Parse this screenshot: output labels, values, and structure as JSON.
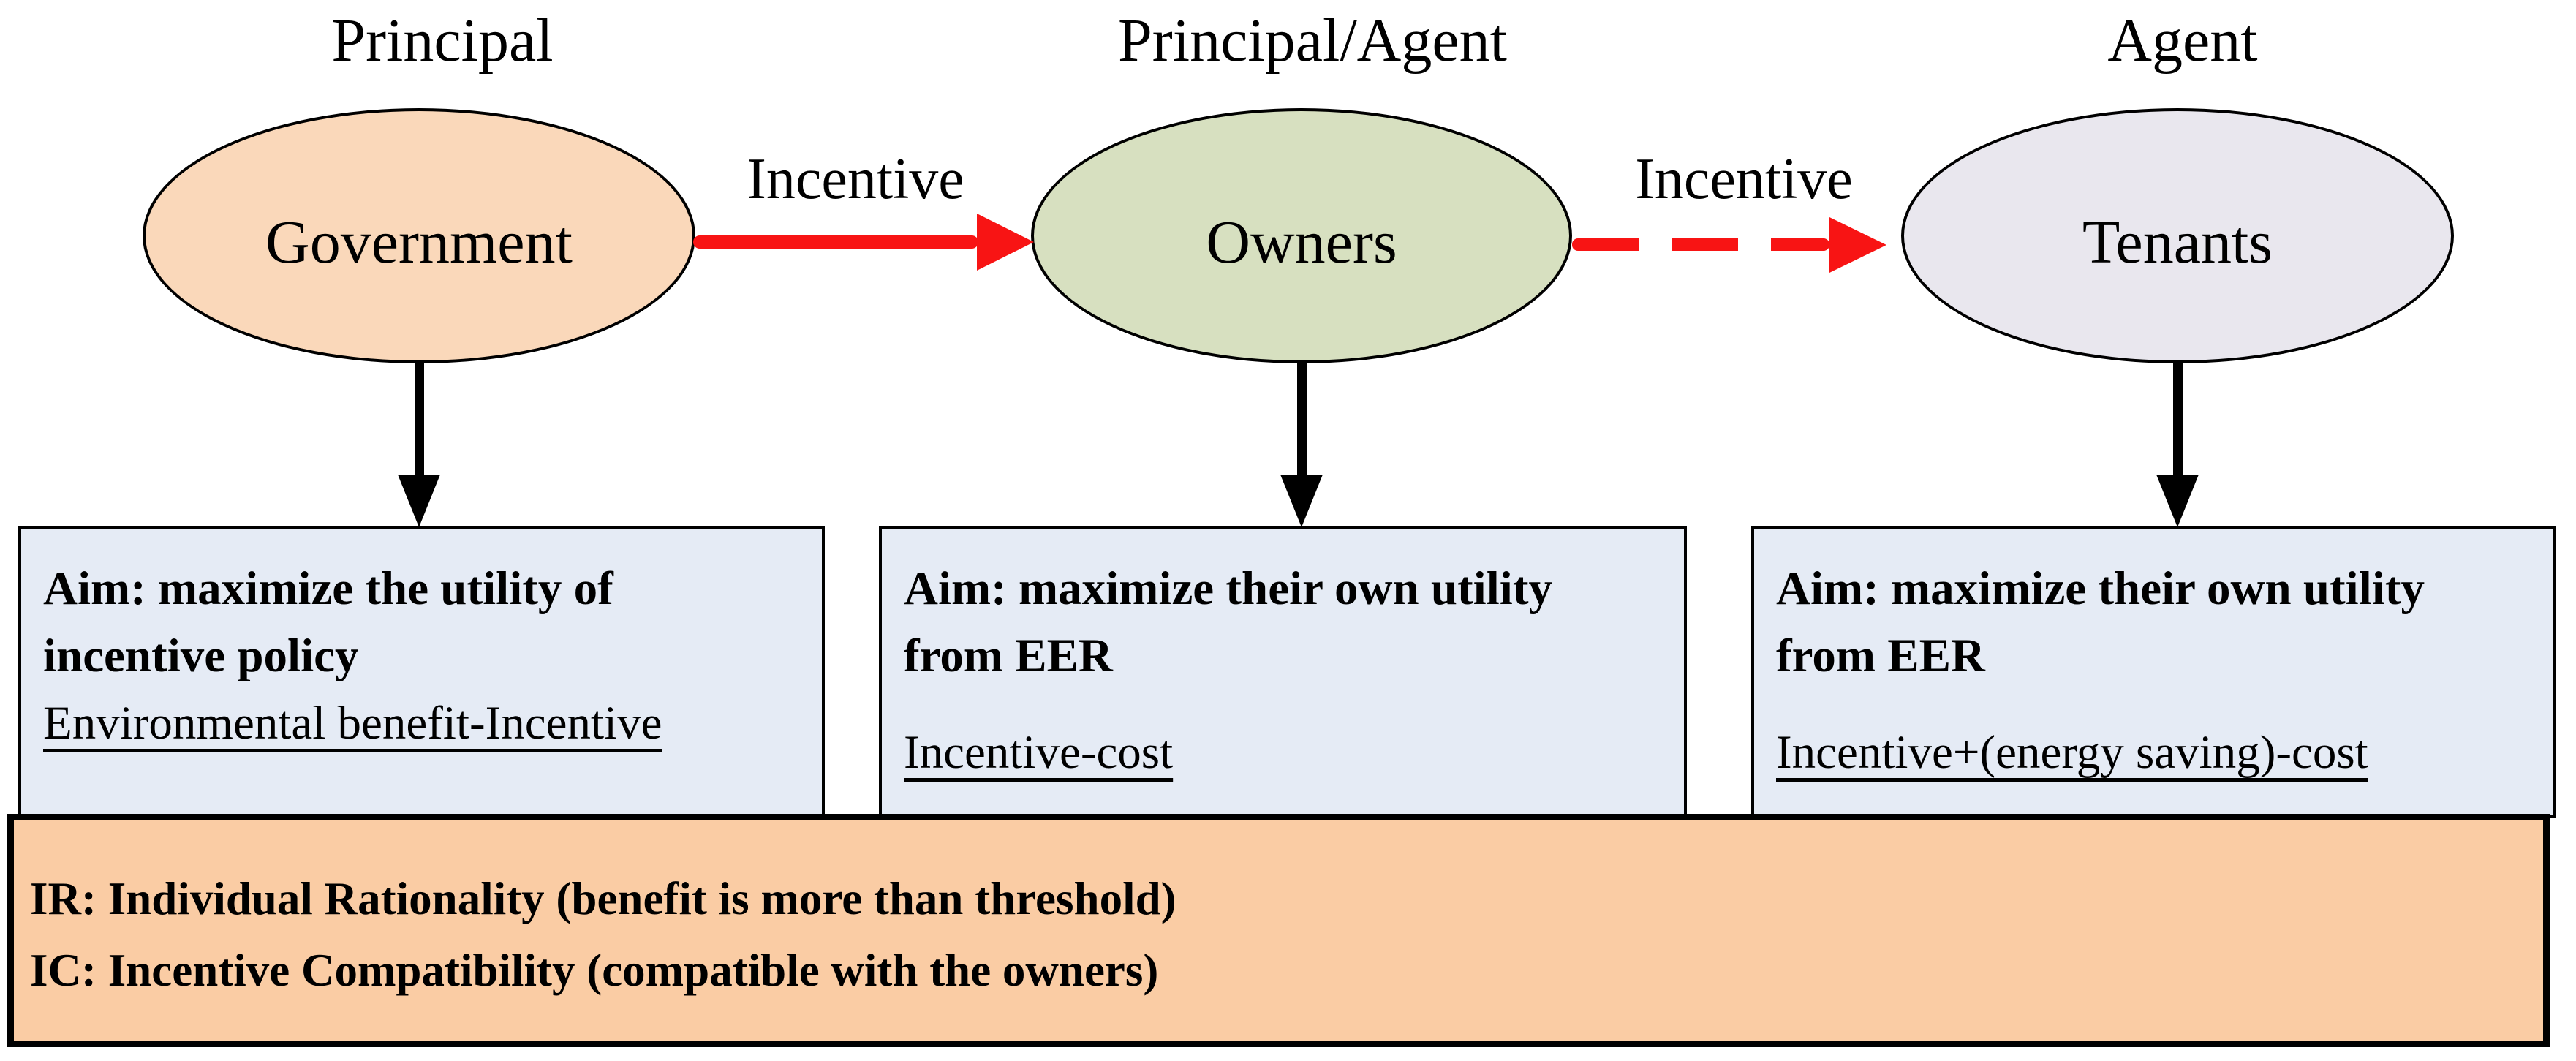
{
  "figure": {
    "description_role": "principal-agent incentive diagram"
  },
  "columns": [
    {
      "role_label": "Principal",
      "entity": "Government",
      "aim_line1": "Aim: maximize the utility of",
      "aim_line2": "incentive policy",
      "formula": "Environmental benefit-Incentive"
    },
    {
      "role_label": "Principal/Agent",
      "entity": "Owners",
      "aim_line1": "Aim: maximize their own utility",
      "aim_line2": "from EER",
      "formula": "Incentive-cost"
    },
    {
      "role_label": "Agent",
      "entity": "Tenants",
      "aim_line1": "Aim: maximize their own utility",
      "aim_line2": "from EER",
      "formula": "Incentive+(energy saving)-cost"
    }
  ],
  "arrows": [
    {
      "label": "Incentive",
      "style": "solid",
      "from": "Government",
      "to": "Owners"
    },
    {
      "label": "Incentive",
      "style": "dashed",
      "from": "Owners",
      "to": "Tenants"
    }
  ],
  "constraints": {
    "line1": "IR: Individual Rationality (benefit is more than threshold)",
    "line2": "IC: Incentive Compatibility (compatible with the owners)"
  },
  "colors": {
    "government_fill": "#FAD8BA",
    "owners_fill": "#D7E0C0",
    "tenants_fill": "#E9E7EE",
    "aim_box_fill": "#E5EBF5",
    "constraints_box_fill": "#FACCA4",
    "arrow_red": "#F81414",
    "outline": "#000000"
  }
}
